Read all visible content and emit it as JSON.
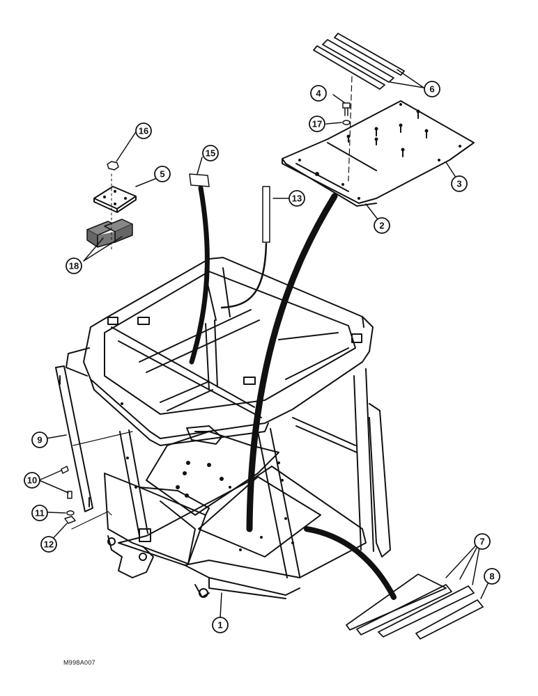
{
  "figure_code": "M998A007",
  "callouts": [
    {
      "id": "c1",
      "label": "1"
    },
    {
      "id": "c2",
      "label": "2"
    },
    {
      "id": "c3",
      "label": "3"
    },
    {
      "id": "c4",
      "label": "4"
    },
    {
      "id": "c5",
      "label": "5"
    },
    {
      "id": "c6",
      "label": "6"
    },
    {
      "id": "c7",
      "label": "7"
    },
    {
      "id": "c8",
      "label": "8"
    },
    {
      "id": "c9",
      "label": "9"
    },
    {
      "id": "c10",
      "label": "10"
    },
    {
      "id": "c11",
      "label": "11"
    },
    {
      "id": "c12",
      "label": "12"
    },
    {
      "id": "c13",
      "label": "13"
    },
    {
      "id": "c15",
      "label": "15"
    },
    {
      "id": "c16",
      "label": "16"
    },
    {
      "id": "c17",
      "label": "17"
    },
    {
      "id": "c18",
      "label": "18"
    }
  ],
  "colors": {
    "ink": "#111111",
    "paper": "#ffffff"
  }
}
